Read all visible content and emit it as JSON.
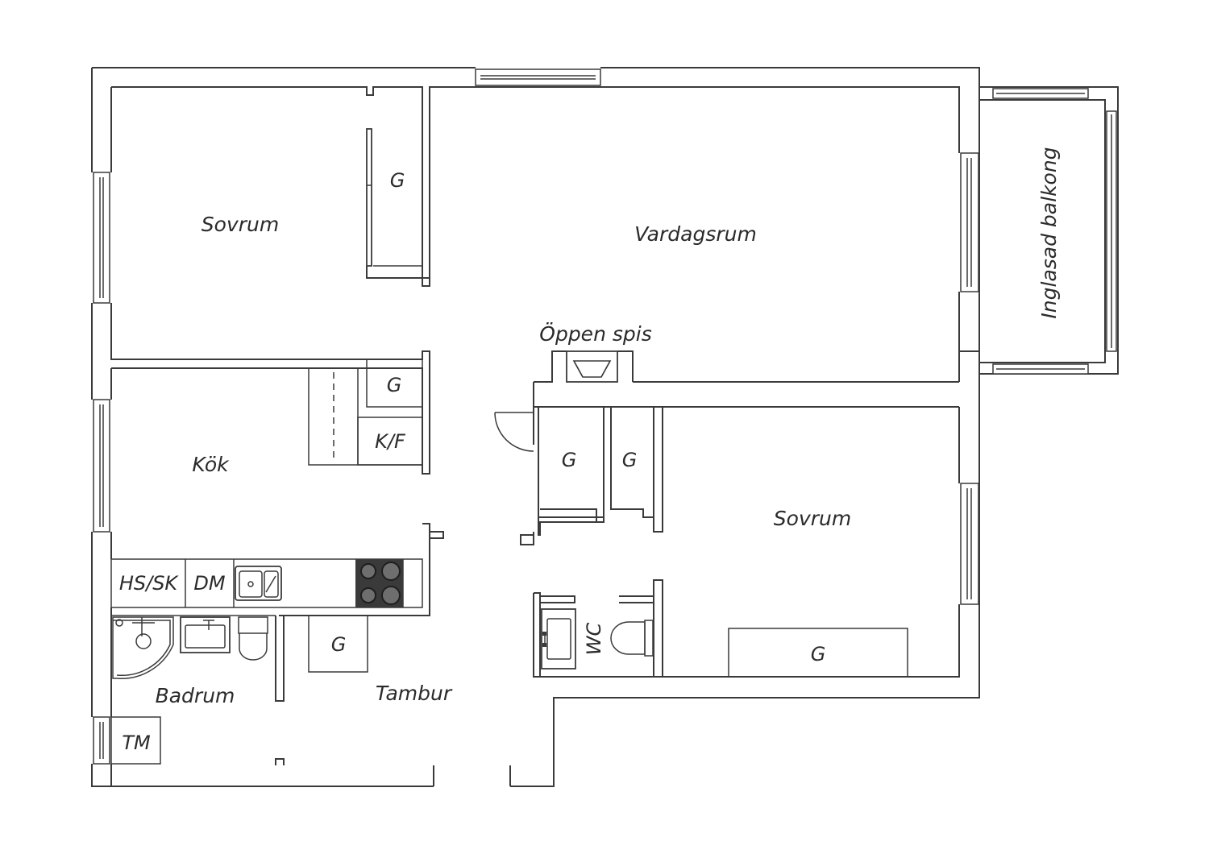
{
  "rooms": {
    "bedroom_top": "Sovrum",
    "wardrobe_top": "G",
    "living": "Vardagsrum",
    "balcony": "Inglasad balkong",
    "fireplace": "Öppen spis",
    "kitchen": "Kök",
    "kitchen_storage": "G",
    "fridge_freezer": "K/F",
    "hall_closet_1": "G",
    "hall_closet_2": "G",
    "bedroom_bottom": "Sovrum",
    "wardrobe_bottom": "G",
    "cabinets": "HS/SK",
    "dishwasher": "DM",
    "hall_storage": "G",
    "bathroom": "Badrum",
    "entrance": "Tambur",
    "toilet": "WC",
    "washing_machine": "TM"
  }
}
